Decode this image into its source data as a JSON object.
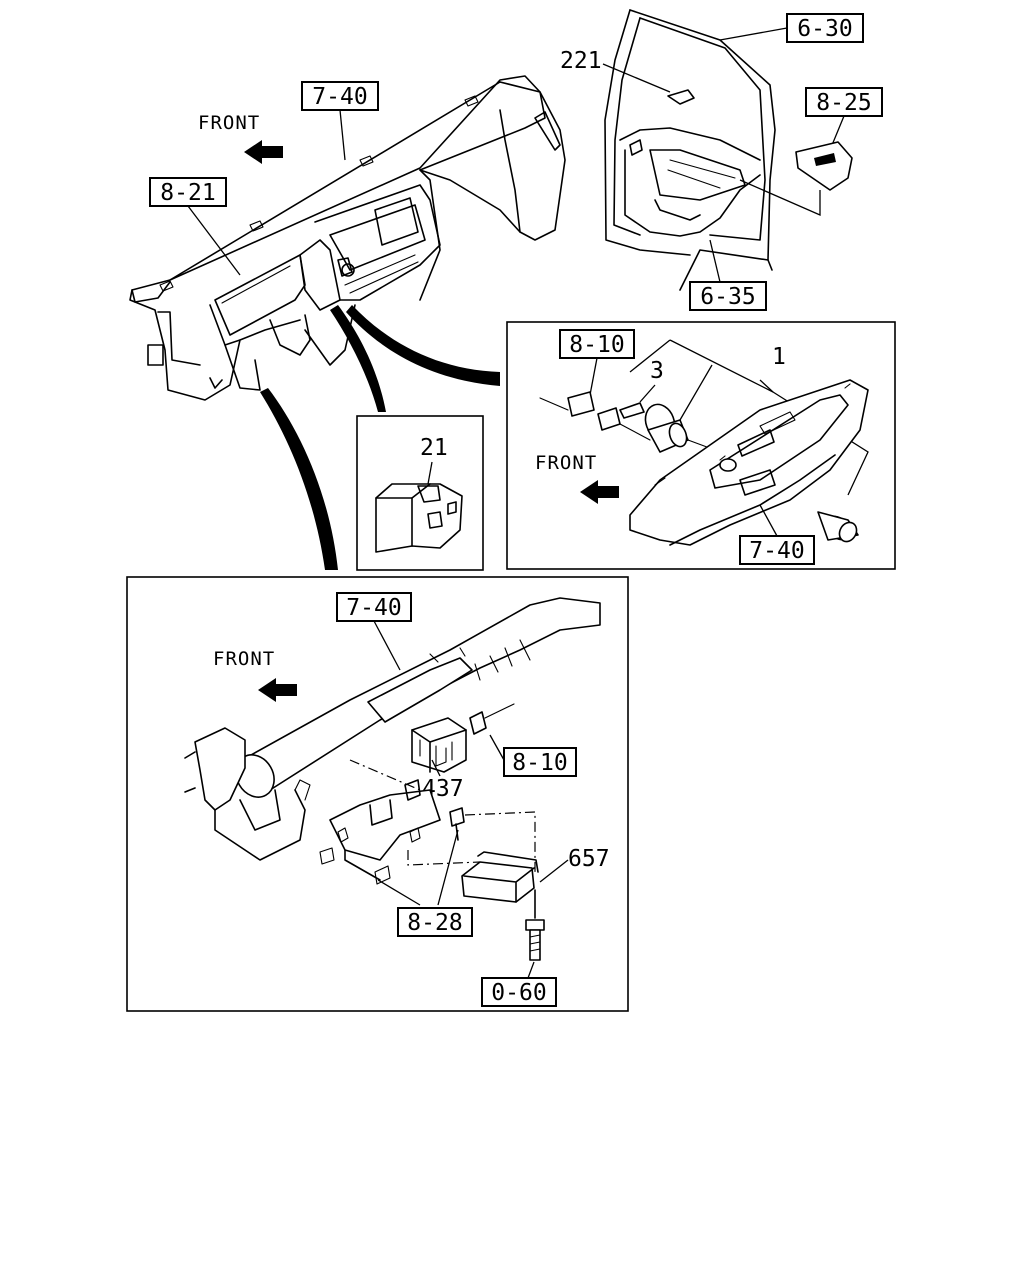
{
  "diagram": {
    "front_labels": [
      "FRONT",
      "FRONT",
      "FRONT"
    ],
    "ref_boxes": {
      "top_dash_740": "7-40",
      "dash_821": "8-21",
      "door_630": "6-30",
      "door_825": "8-25",
      "door_635": "6-35",
      "detail1_810": "8-10",
      "detail1_740": "7-40",
      "detail3_740": "7-40",
      "detail3_810": "8-10",
      "detail3_828": "8-28",
      "detail3_060": "0-60"
    },
    "part_numbers": {
      "p221": "221",
      "p3": "3",
      "p1": "1",
      "p21": "21",
      "p437": "437",
      "p657": "657"
    }
  }
}
